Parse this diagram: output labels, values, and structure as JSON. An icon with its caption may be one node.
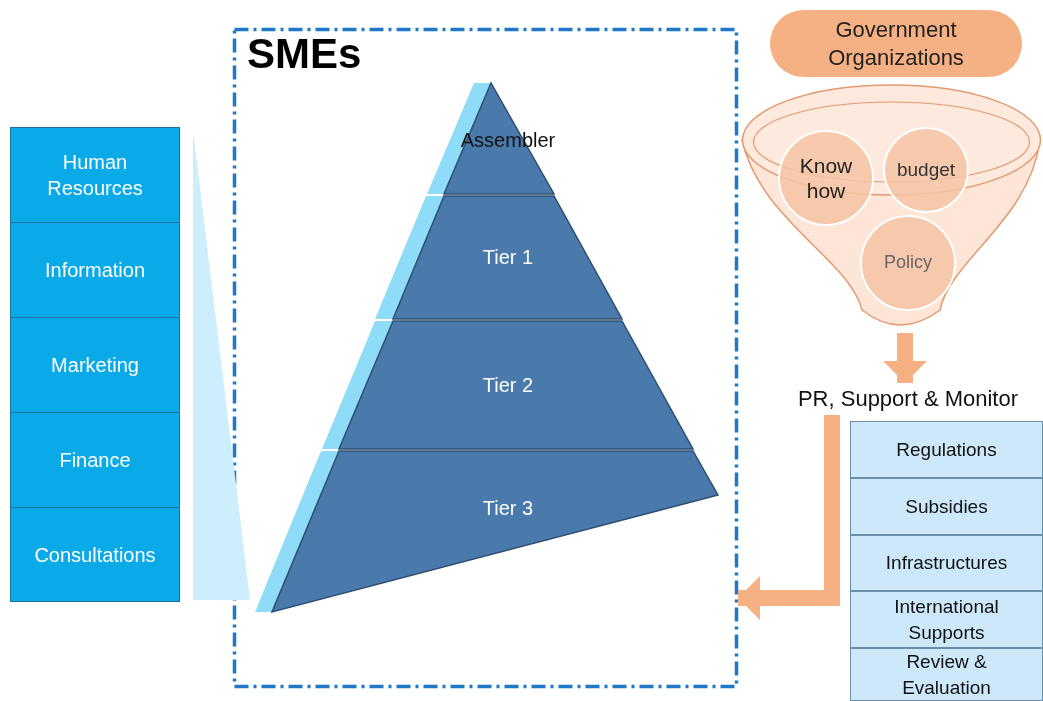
{
  "diagram": {
    "nodes": [
      {
        "text": [
          "SMEs"
        ]
      },
      {
        "text": [
          "Assembler"
        ],
        "in": 0
      },
      {
        "text": [
          "Tier 1"
        ],
        "in": 0
      },
      {
        "text": [
          "Tier 2"
        ],
        "in": 0
      },
      {
        "text": [
          "Tier 3"
        ],
        "in": 0
      },
      {
        "text": [
          "Human Resources"
        ]
      },
      {
        "text": [
          "Information"
        ]
      },
      {
        "text": [
          "Marketing"
        ]
      },
      {
        "text": [
          "Finance"
        ]
      },
      {
        "text": [
          "Consultations"
        ]
      },
      {
        "text": [
          "Government Organizations"
        ]
      },
      {
        "text": [],
        "shape": "funnel"
      },
      {
        "text": [
          "Know how"
        ],
        "in": 11
      },
      {
        "text": [
          "budget"
        ],
        "in": 11
      },
      {
        "text": [
          "Policy"
        ],
        "in": 11
      },
      {
        "text": [
          "PR, Support & Monitor"
        ]
      },
      {
        "text": [
          "Regulations"
        ]
      },
      {
        "text": [
          "Subsidies"
        ]
      },
      {
        "text": [
          "Infrastructures"
        ]
      },
      {
        "text": [
          "International Supports"
        ]
      },
      {
        "text": [
          "Review & Evaluation"
        ]
      },
      {
        "text": [],
        "shape": "triangle"
      }
    ],
    "edges": [
      {
        "from": 11,
        "to": 15,
        "arrow": "to"
      },
      {
        "from": 15,
        "to": 0,
        "arrow": "to"
      }
    ]
  }
}
